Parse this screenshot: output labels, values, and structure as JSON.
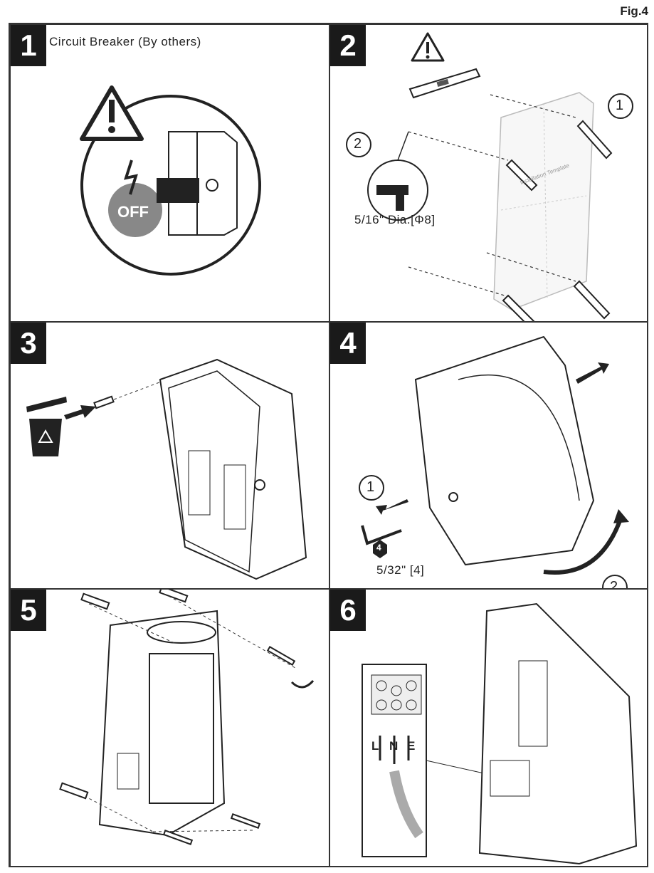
{
  "figure_label": "Fig.4",
  "steps": [
    {
      "number": "1",
      "caption": "Circuit Breaker (By others)",
      "badge": "OFF"
    },
    {
      "number": "2",
      "callout_1": "1",
      "callout_2": "2",
      "drill_size": "5/16\" Dia.[Φ8]",
      "template_text": "Installation Template"
    },
    {
      "number": "3"
    },
    {
      "number": "4",
      "callout_1": "1",
      "callout_2": "2",
      "hex_size": "4",
      "key_size": "5/32\" [4]"
    },
    {
      "number": "5"
    },
    {
      "number": "6",
      "terminal_labels": [
        "L",
        "N",
        "E"
      ]
    }
  ]
}
